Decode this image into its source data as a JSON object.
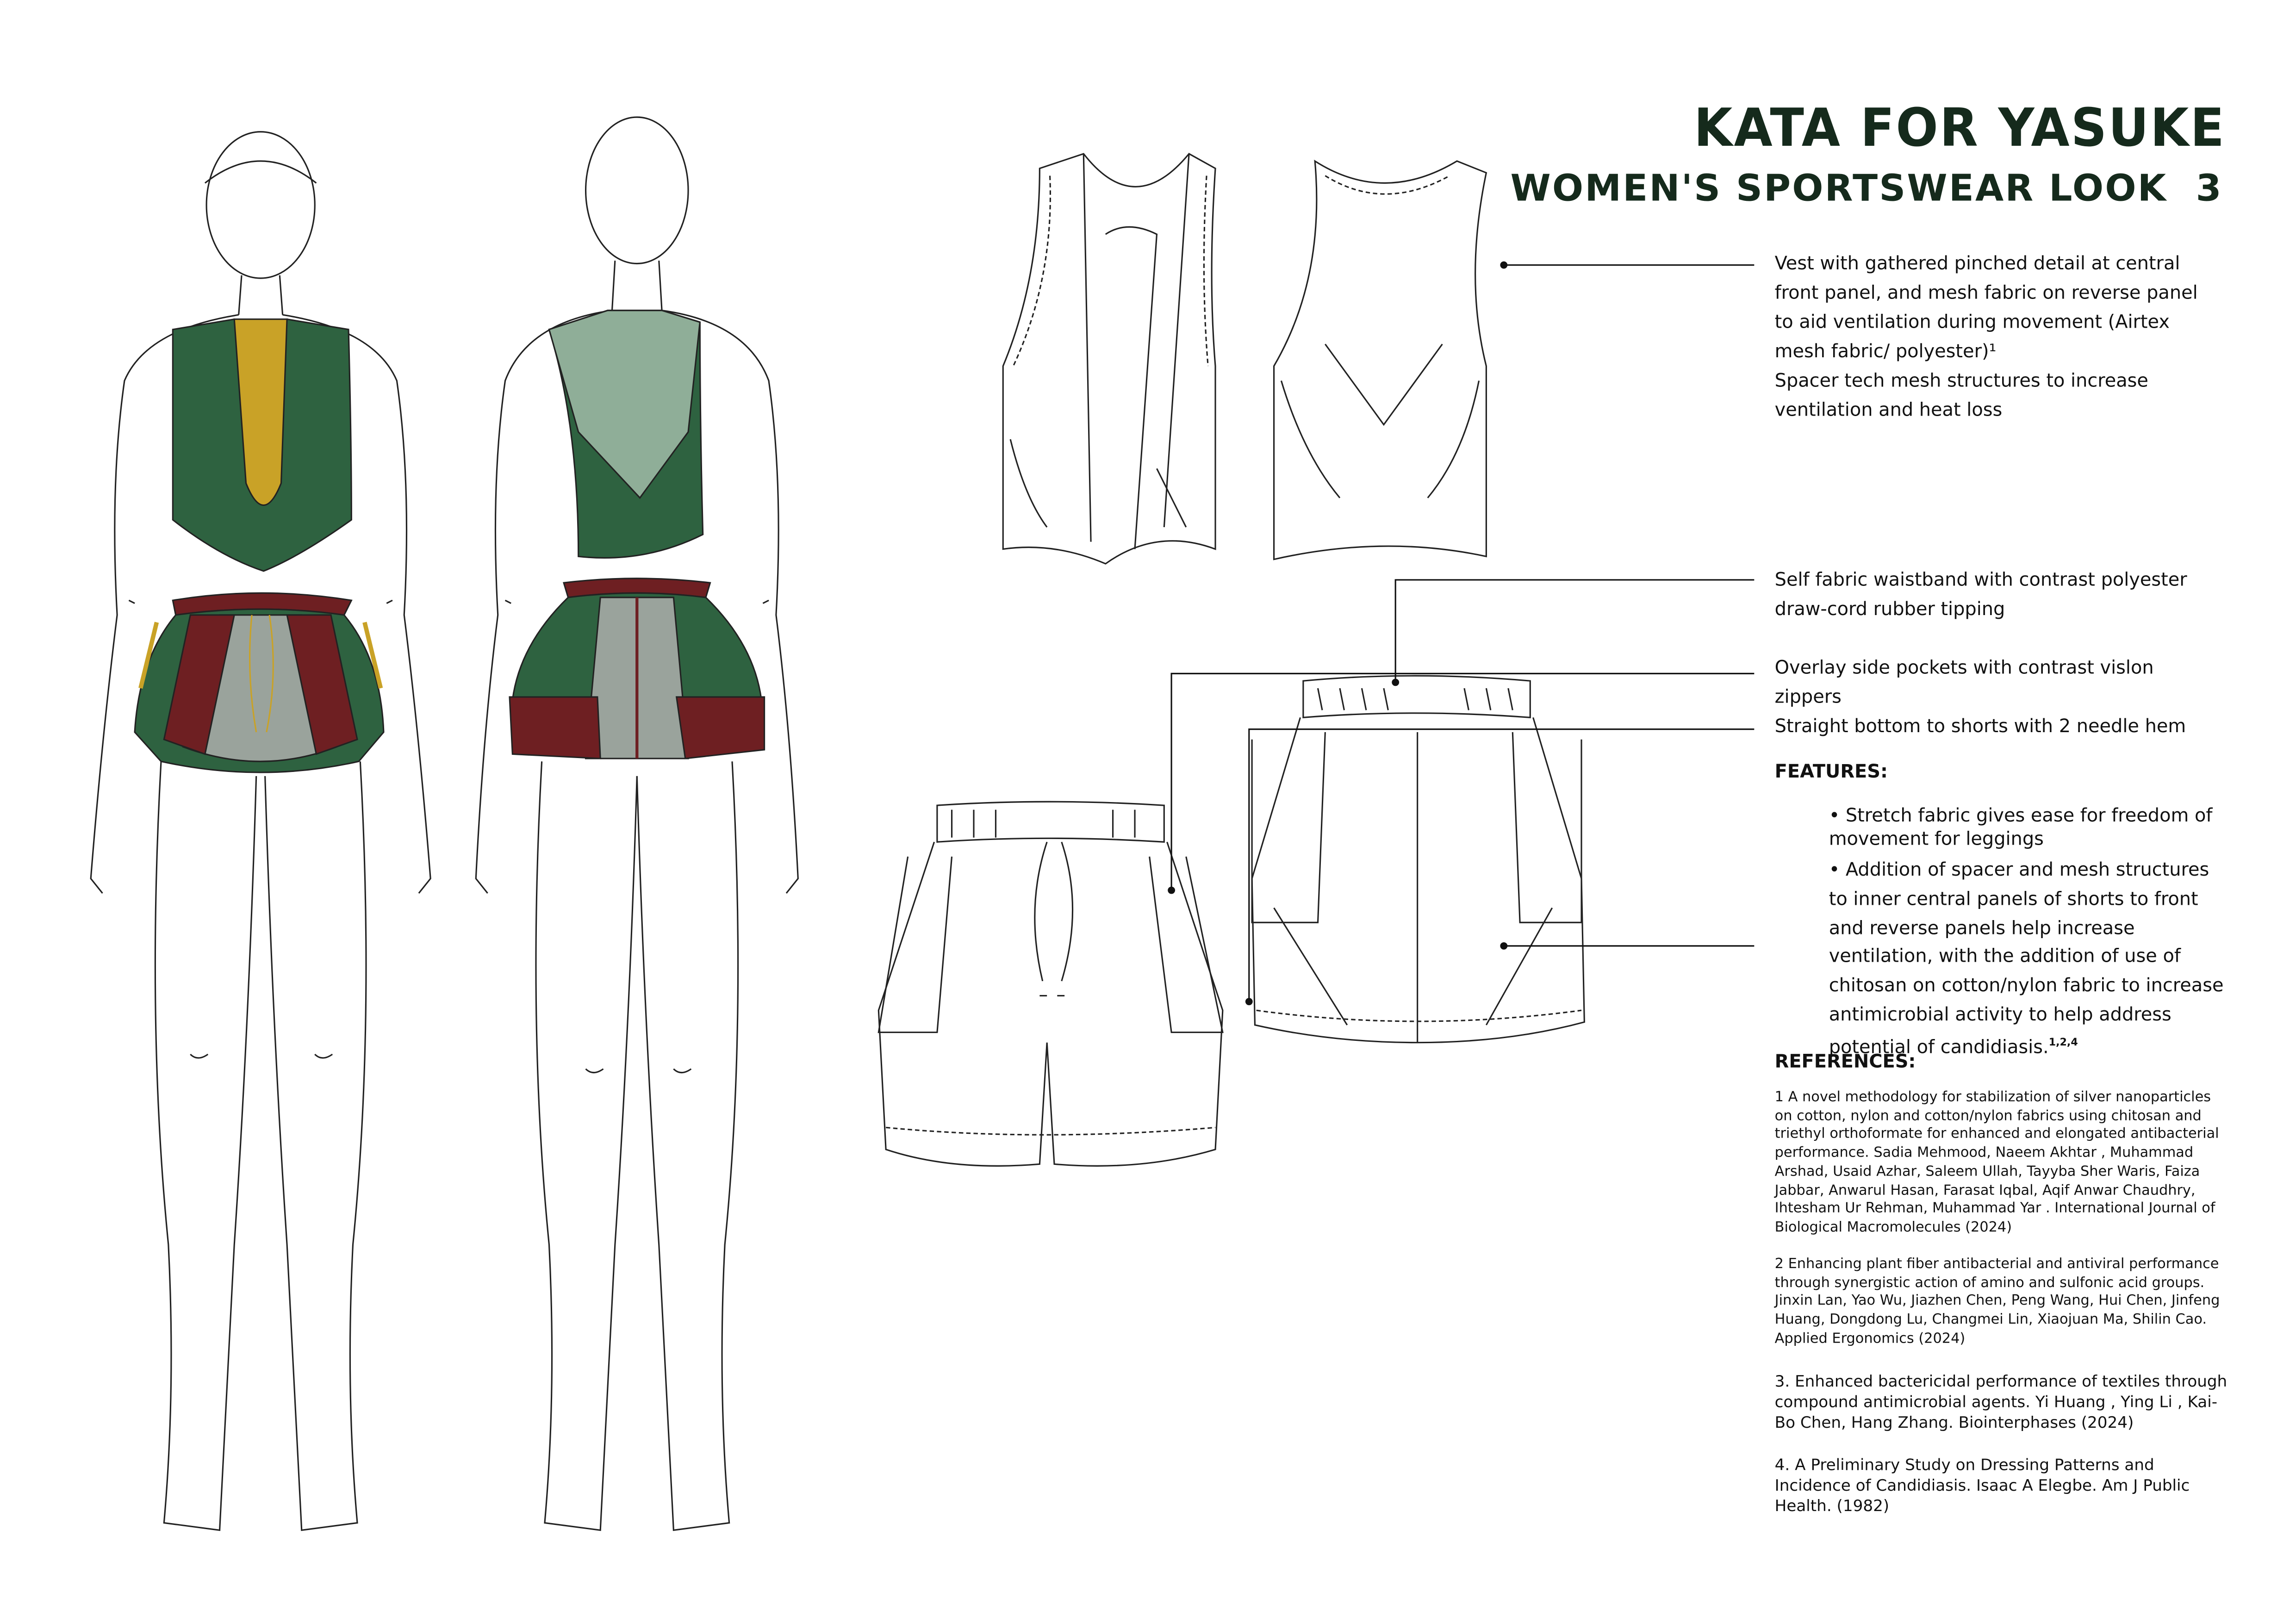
{
  "header": {
    "title": "KATA FOR YASUKE",
    "subtitle": "WOMEN'S SPORTSWEAR LOOK  3"
  },
  "annotations": {
    "vest": [
      "Vest with gathered pinched detail at central front panel, and mesh fabric on reverse panel to aid ventilation during movement (Airtex mesh fabric/ polyester)¹",
      "Spacer tech mesh structures to increase ventilation and heat loss"
    ],
    "waistband": "Self fabric waistband with contrast polyester draw-cord rubber tipping",
    "pockets": "Overlay side pockets with contrast vislon zippers",
    "hem": "Straight bottom to shorts with 2 needle hem"
  },
  "features": {
    "heading": "FEATURES:",
    "items": [
      "• Stretch fabric gives ease for freedom of movement for leggings",
      "• Addition of spacer and mesh structures to inner central panels of shorts to front and reverse panels  help increase ventilation, with the addition of use of chitosan on cotton/nylon fabric to increase antimicrobial activity to help address potential of candidiasis."
    ],
    "superscript": "1,2,4"
  },
  "references": {
    "heading": "REFERENCES:",
    "items": [
      "1 A novel methodology for stabilization of silver nanoparticles on cotton, nylon and cotton/nylon fabrics using chitosan and triethyl orthoformate for enhanced and elongated antibacterial performance. Sadia Mehmood, Naeem Akhtar , Muhammad Arshad, Usaid Azhar, Saleem Ullah, Tayyba Sher Waris, Faiza Jabbar, Anwarul Hasan, Farasat Iqbal, Aqif Anwar Chaudhry, Ihtesham Ur Rehman, Muhammad Yar . International Journal of Biological Macromolecules (2024)",
      "2 Enhancing plant fiber antibacterial and antiviral performance through synergistic action of amino and sulfonic acid groups. Jinxin Lan, Yao Wu, Jiazhen Chen, Peng Wang, Hui Chen, Jinfeng Huang, Dongdong Lu, Changmei Lin, Xiaojuan Ma, Shilin Cao. Applied Ergonomics (2024)",
      "3. Enhanced bactericidal performance of textiles through compound antimicrobial agents. Yi Huang , Ying Li , Kai-Bo Chen, Hang Zhang. Biointerphases (2024)",
      "4. A Preliminary Study on Dressing Patterns and Incidence of Candidiasis. Isaac A Elegbe. Am J Public Health. (1982)"
    ]
  },
  "colors": {
    "green": "#2e6240",
    "mustard": "#c9a227",
    "burgundy": "#6e1f22",
    "mesh": "#9aa39c",
    "mesh_back": "#8fae98",
    "title": "#152a1c"
  }
}
